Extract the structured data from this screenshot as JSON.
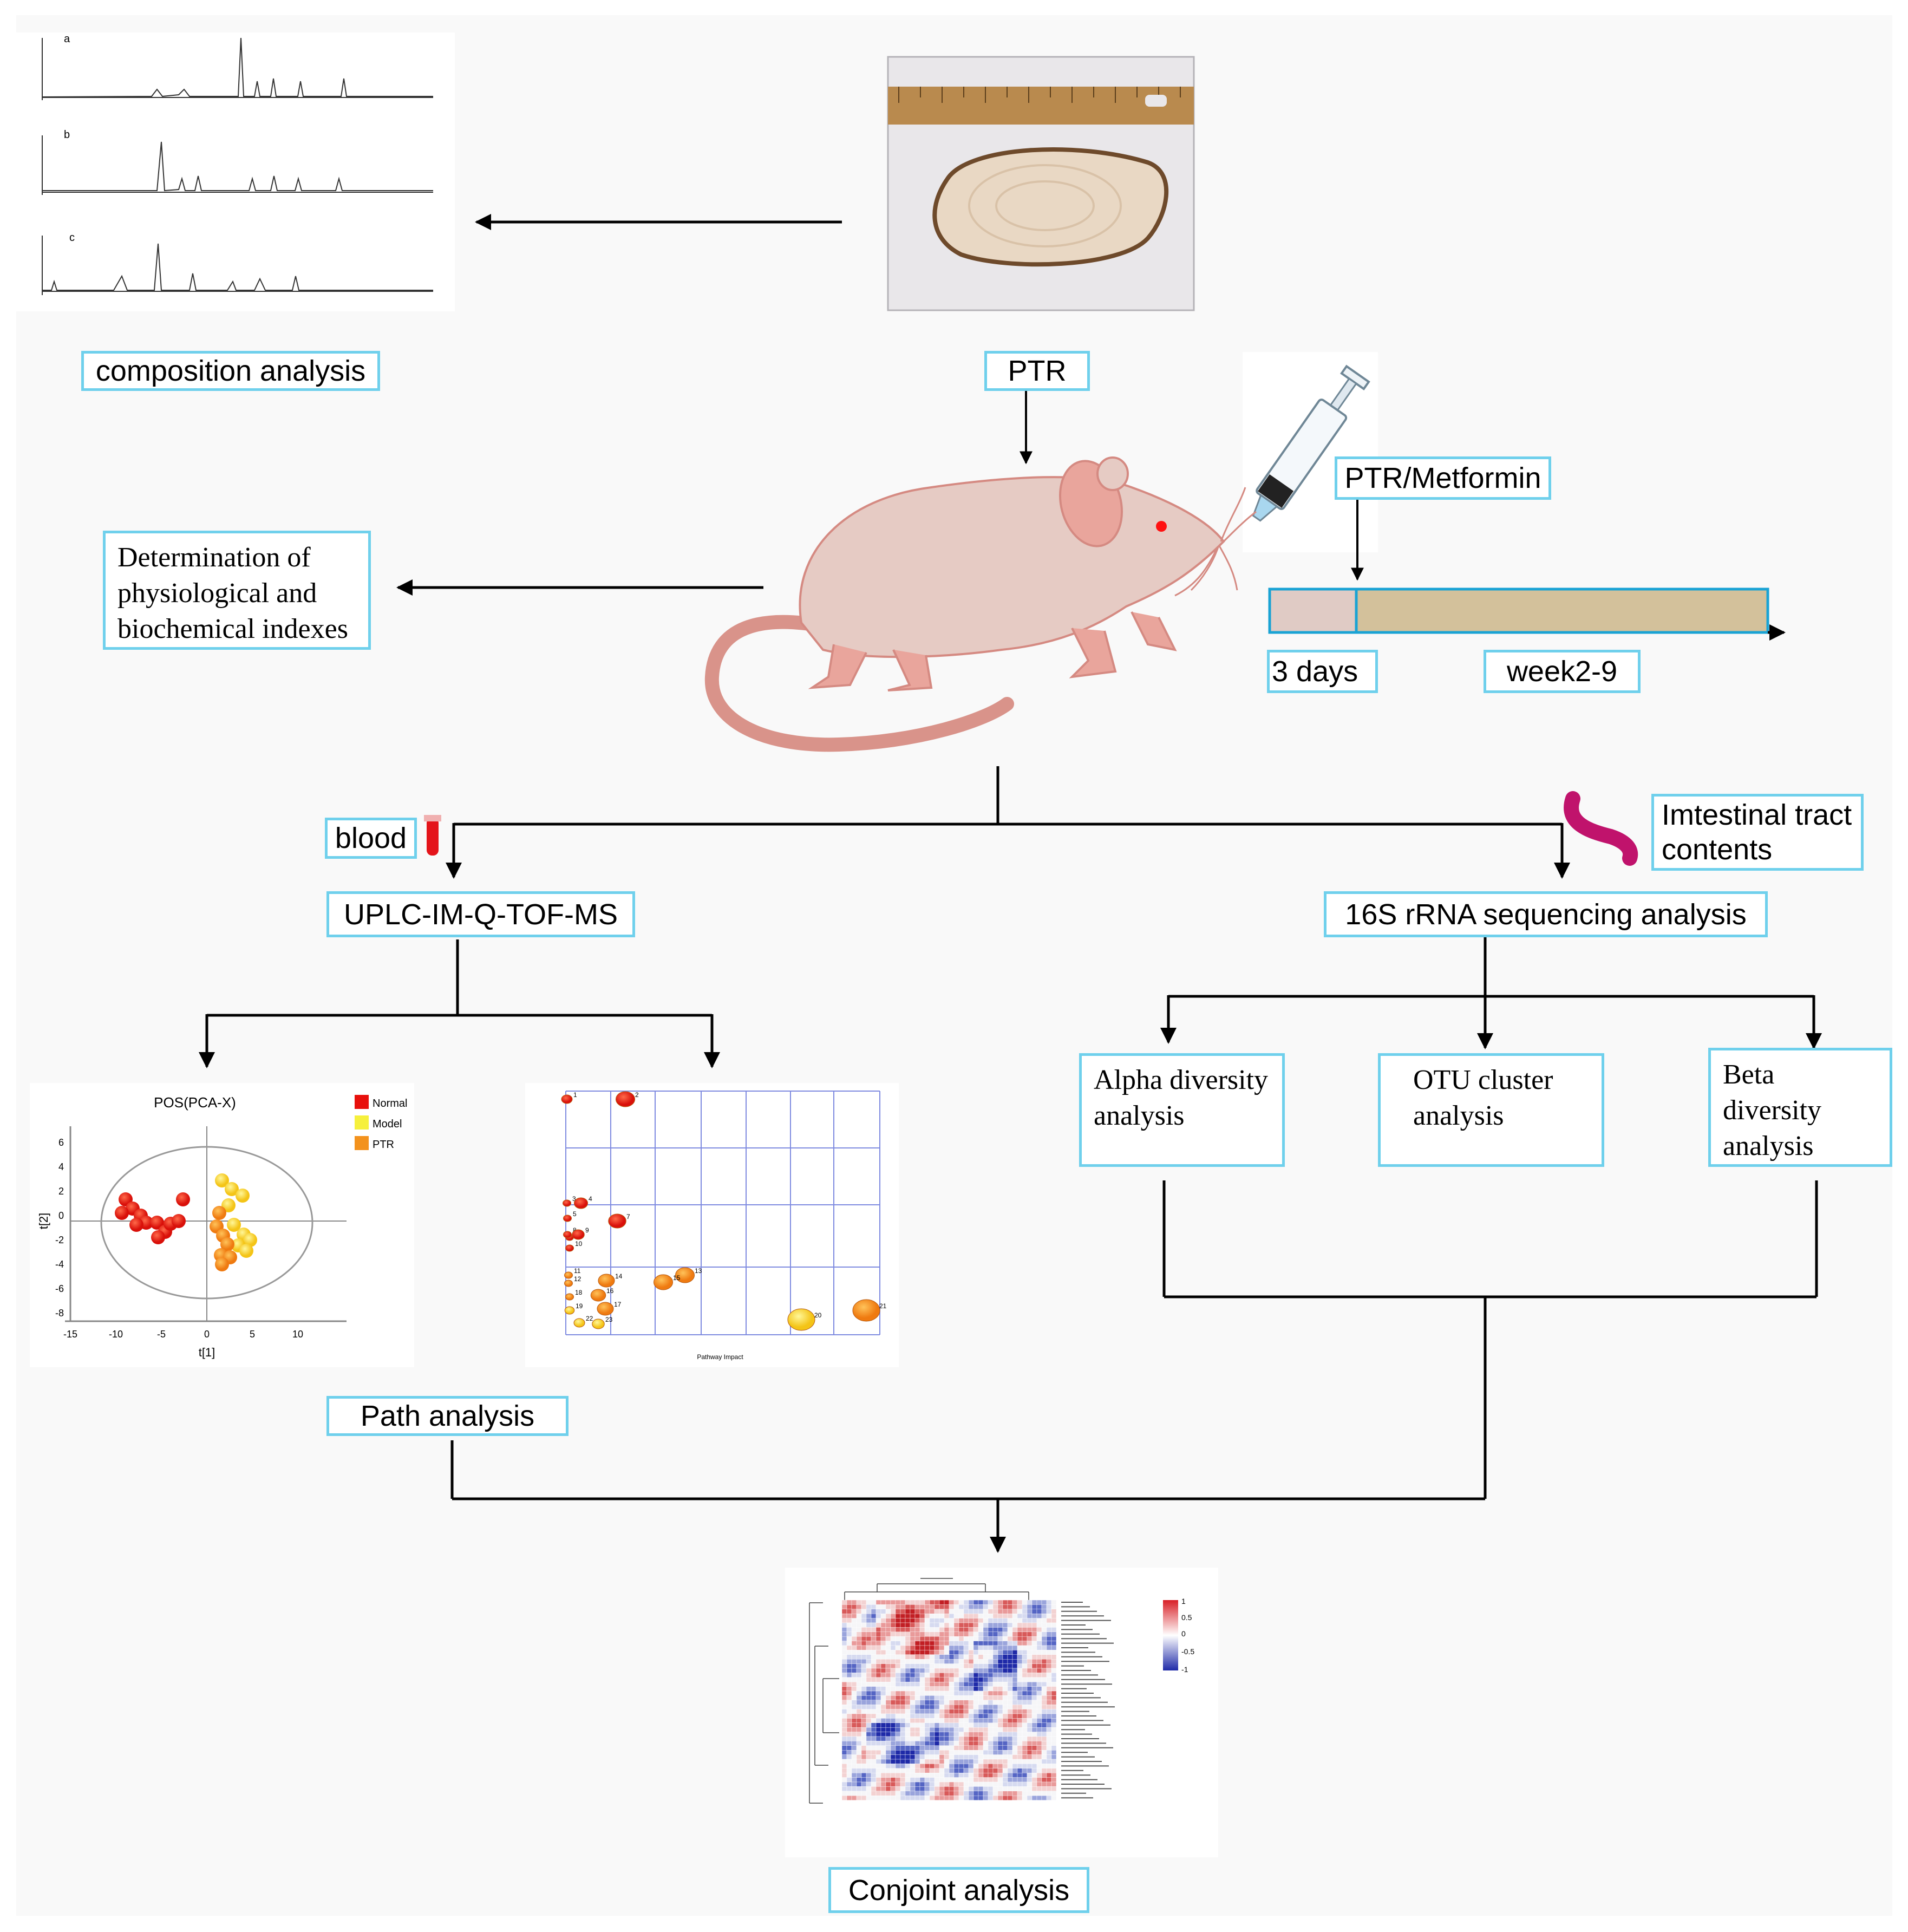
{
  "labels": {
    "composition": "composition analysis",
    "ptr": "PTR",
    "ptr_metformin": "PTR/Metformin",
    "determination": "Determination of physiological and biochemical indexes",
    "days3": "3 days",
    "week": "week2-9",
    "blood": "blood",
    "intestinal": "Imtestinal tract contents",
    "uplc": "UPLC-IM-Q-TOF-MS",
    "sequencing": "16S rRNA sequencing analysis",
    "alpha": "Alpha diversity analysis",
    "otu": "OTU cluster analysis",
    "beta": "Beta diversity analysis",
    "path": "Path analysis",
    "conjoint": "Conjoint analysis"
  },
  "chromatograms": {
    "panels": [
      "a",
      "b",
      "c"
    ]
  },
  "pca": {
    "title": "POS(PCA-X)",
    "xlabel": "t[1]",
    "ylabel": "t[2]",
    "xticks": [
      "-15",
      "-10",
      "-5",
      "0",
      "5",
      "10"
    ],
    "yticks": [
      "6",
      "4",
      "2",
      "0",
      "-2",
      "-4",
      "-6",
      "-8"
    ],
    "legend": [
      {
        "name": "Normal",
        "color": "#e8100c"
      },
      {
        "name": "Model",
        "color": "#f6f03c"
      },
      {
        "name": "PTR",
        "color": "#f3921d"
      }
    ]
  },
  "pathway": {
    "xlabel": "Pathway Impact",
    "point_labels": [
      "1",
      "2",
      "3",
      "4",
      "5",
      "6",
      "7",
      "8",
      "9",
      "10",
      "11",
      "12",
      "13",
      "14",
      "15",
      "16",
      "17",
      "18",
      "19",
      "20",
      "21",
      "22",
      "23"
    ]
  },
  "heatmap": {
    "scale_labels": [
      "1",
      "0.5",
      "0",
      "-0.5",
      "-1"
    ]
  },
  "colors": {
    "box_border": "#6fd0ec",
    "mouse_body": "#e6cbc4",
    "mouse_outline": "#d58a82",
    "bar_left": "#e0cbc5",
    "bar_right": "#d3c19b"
  }
}
